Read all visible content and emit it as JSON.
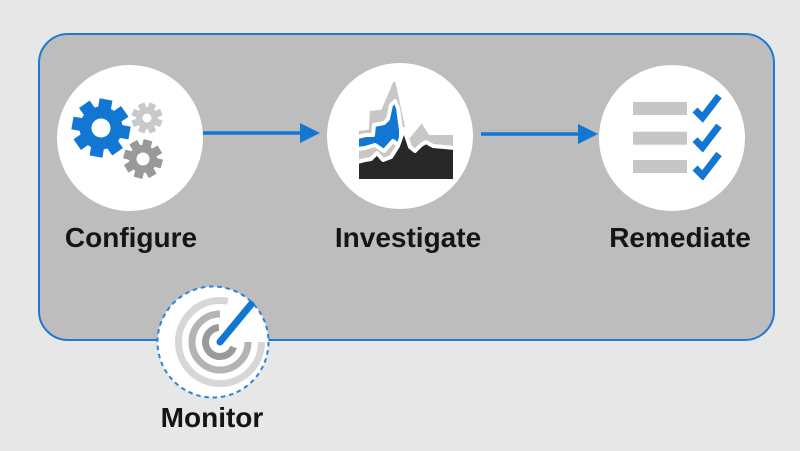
{
  "diagram": {
    "title": "",
    "steps": [
      {
        "id": "configure",
        "label": "Configure",
        "icon": "gears-icon"
      },
      {
        "id": "investigate",
        "label": "Investigate",
        "icon": "area-chart-icon"
      },
      {
        "id": "remediate",
        "label": "Remediate",
        "icon": "checklist-icon"
      }
    ],
    "connectors": [
      {
        "from": "configure",
        "to": "investigate",
        "style": "blue-arrow"
      },
      {
        "from": "investigate",
        "to": "remediate",
        "style": "blue-arrow"
      }
    ],
    "monitor": {
      "id": "monitor",
      "label": "Monitor",
      "icon": "radar-icon",
      "border": "dashed"
    }
  },
  "palette": {
    "page_bg": "#e7e7e7",
    "panel_bg": "#bdbdbd",
    "panel_border": "#1e79d2",
    "accent_blue": "#1277d3",
    "dashed_border_blue": "#2f82d8",
    "icon_gray_light": "#c9c9c9",
    "icon_gray_mid": "#999999",
    "icon_gray_bar": "#c6c6c6",
    "icon_dark": "#282828",
    "label_color": "#151515",
    "circle_bg": "#ffffff"
  }
}
